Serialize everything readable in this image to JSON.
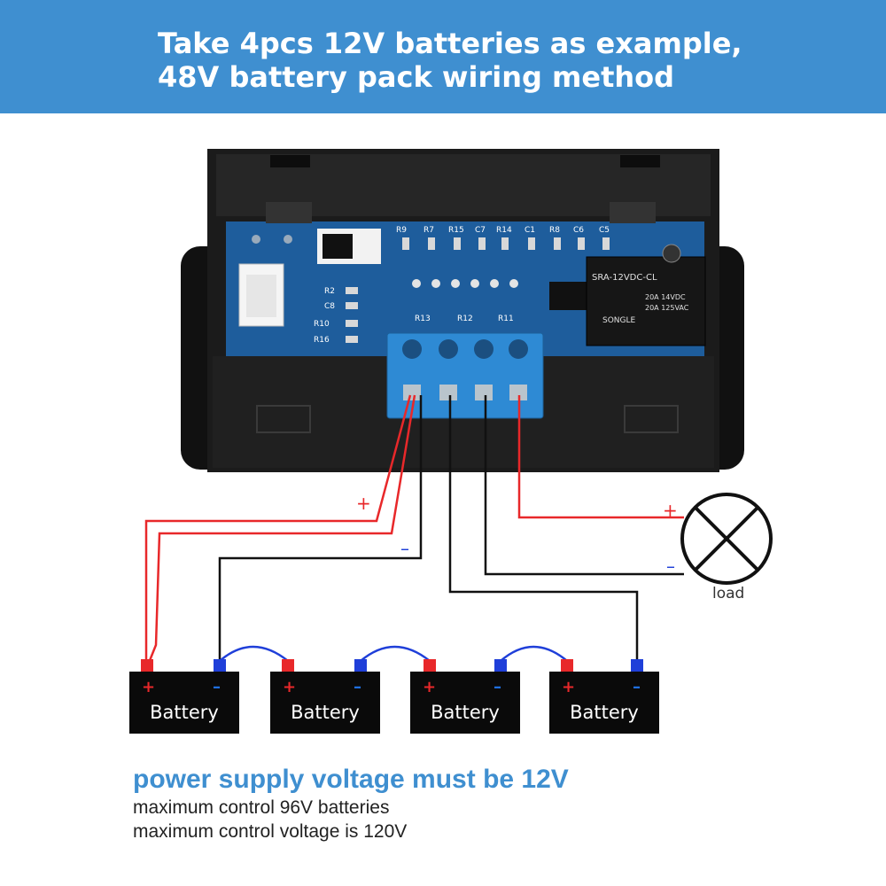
{
  "header": {
    "line1": "Take 4pcs 12V batteries as example,",
    "line2": "48V battery pack wiring method"
  },
  "module": {
    "components": [
      "R9",
      "R7",
      "R15",
      "C7",
      "R14",
      "C1",
      "R8",
      "C6",
      "C5"
    ],
    "left_components": [
      "R2",
      "C8",
      "R10",
      "R16"
    ],
    "resistors_row": [
      "R13",
      "R12",
      "R11"
    ],
    "relay_text": [
      "SRA-12VDC-CL",
      "20A 14VDC",
      "20A 125VAC",
      "SONGLE"
    ]
  },
  "wiring": {
    "plus_label": "+",
    "minus_label": "–",
    "load_plus": "+",
    "load_minus": "–",
    "load_label": "load"
  },
  "batteries": [
    {
      "label": "Battery",
      "plus": "+",
      "minus": "–"
    },
    {
      "label": "Battery",
      "plus": "+",
      "minus": "–"
    },
    {
      "label": "Battery",
      "plus": "+",
      "minus": "–"
    },
    {
      "label": "Battery",
      "plus": "+",
      "minus": "–"
    }
  ],
  "notes": {
    "headline": "power supply voltage must be 12V",
    "line1": "maximum control 96V batteries",
    "line2": "maximum control voltage is 120V"
  },
  "colors": {
    "header_bg": "#3f8fd0",
    "pcb": "#1e5d9c",
    "terminal": "#2e8ad4",
    "positive": "#e8282a",
    "negative": "#1f3fd9",
    "battery_body": "#0a0a0a"
  }
}
